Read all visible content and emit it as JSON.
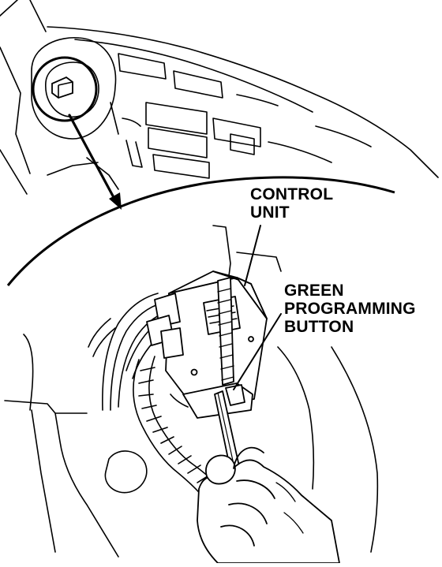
{
  "labels": {
    "control_unit": [
      "CONTROL",
      "UNIT"
    ],
    "green_programming_button": [
      "GREEN",
      "PROGRAMMING",
      "BUTTON"
    ]
  },
  "colors": {
    "ink": "#000000",
    "paper": "#ffffff"
  }
}
